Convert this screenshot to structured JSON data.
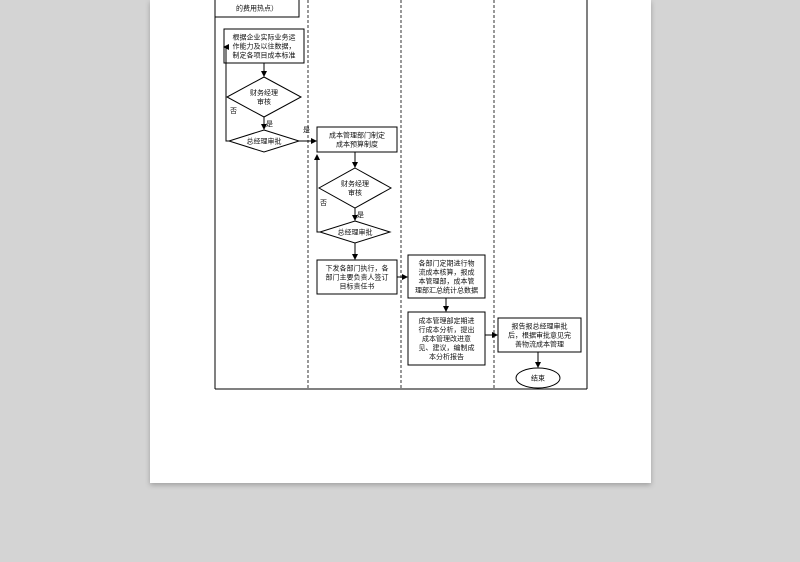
{
  "flowchart": {
    "nodes": {
      "top_partial": [
        "的费用热点）"
      ],
      "set_standard": [
        "根据企业实际业务运",
        "作能力及以往数据，",
        "制定各项目成本标准"
      ],
      "fin_review_1": [
        "财务经理",
        "审核"
      ],
      "gm_approve_1": [
        "总经理审批"
      ],
      "cost_budget": [
        "成本管理部门制定",
        "成本预算制度"
      ],
      "fin_review_2": [
        "财务经理",
        "审核"
      ],
      "gm_approve_2": [
        "总经理审批"
      ],
      "issue_execute": [
        "下发各部门执行，各",
        "部门主要负责人签订",
        "目标责任书"
      ],
      "accounting": [
        "各部门定期进行物",
        "流成本核算，报成",
        "本管理部，成本管",
        "理部汇总统计总数据"
      ],
      "analysis": [
        "成本管理部定期进",
        "行成本分析，提出",
        "成本管理改进意",
        "见、建议，编制成",
        "本分析报告"
      ],
      "report": [
        "报告报总经理审批",
        "后，根据审批意见完",
        "善物流成本管理"
      ],
      "end": [
        "结束"
      ]
    },
    "edge_labels": {
      "no_1": "否",
      "yes_1": "是",
      "yes_to_budget": "是",
      "no_2": "否",
      "yes_2": "是"
    }
  }
}
